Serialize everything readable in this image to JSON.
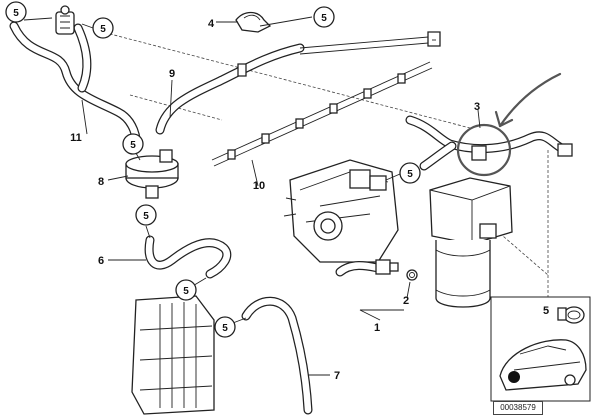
{
  "callouts": [
    {
      "label": "5"
    },
    {
      "label": "5"
    },
    {
      "label": "5"
    },
    {
      "label": "5"
    },
    {
      "label": "5"
    },
    {
      "label": "5"
    },
    {
      "label": "5"
    },
    {
      "label": "5"
    },
    {
      "label": "5"
    },
    {
      "label": "5"
    }
  ],
  "part_numbers": [
    "1",
    "2",
    "3",
    "4",
    "6",
    "7",
    "8",
    "9",
    "10",
    "11"
  ],
  "inset_label": "5",
  "reference_code": "00038579",
  "colors": {
    "line": "#222222",
    "annotation": "#555555",
    "fill": "#ffffff"
  }
}
